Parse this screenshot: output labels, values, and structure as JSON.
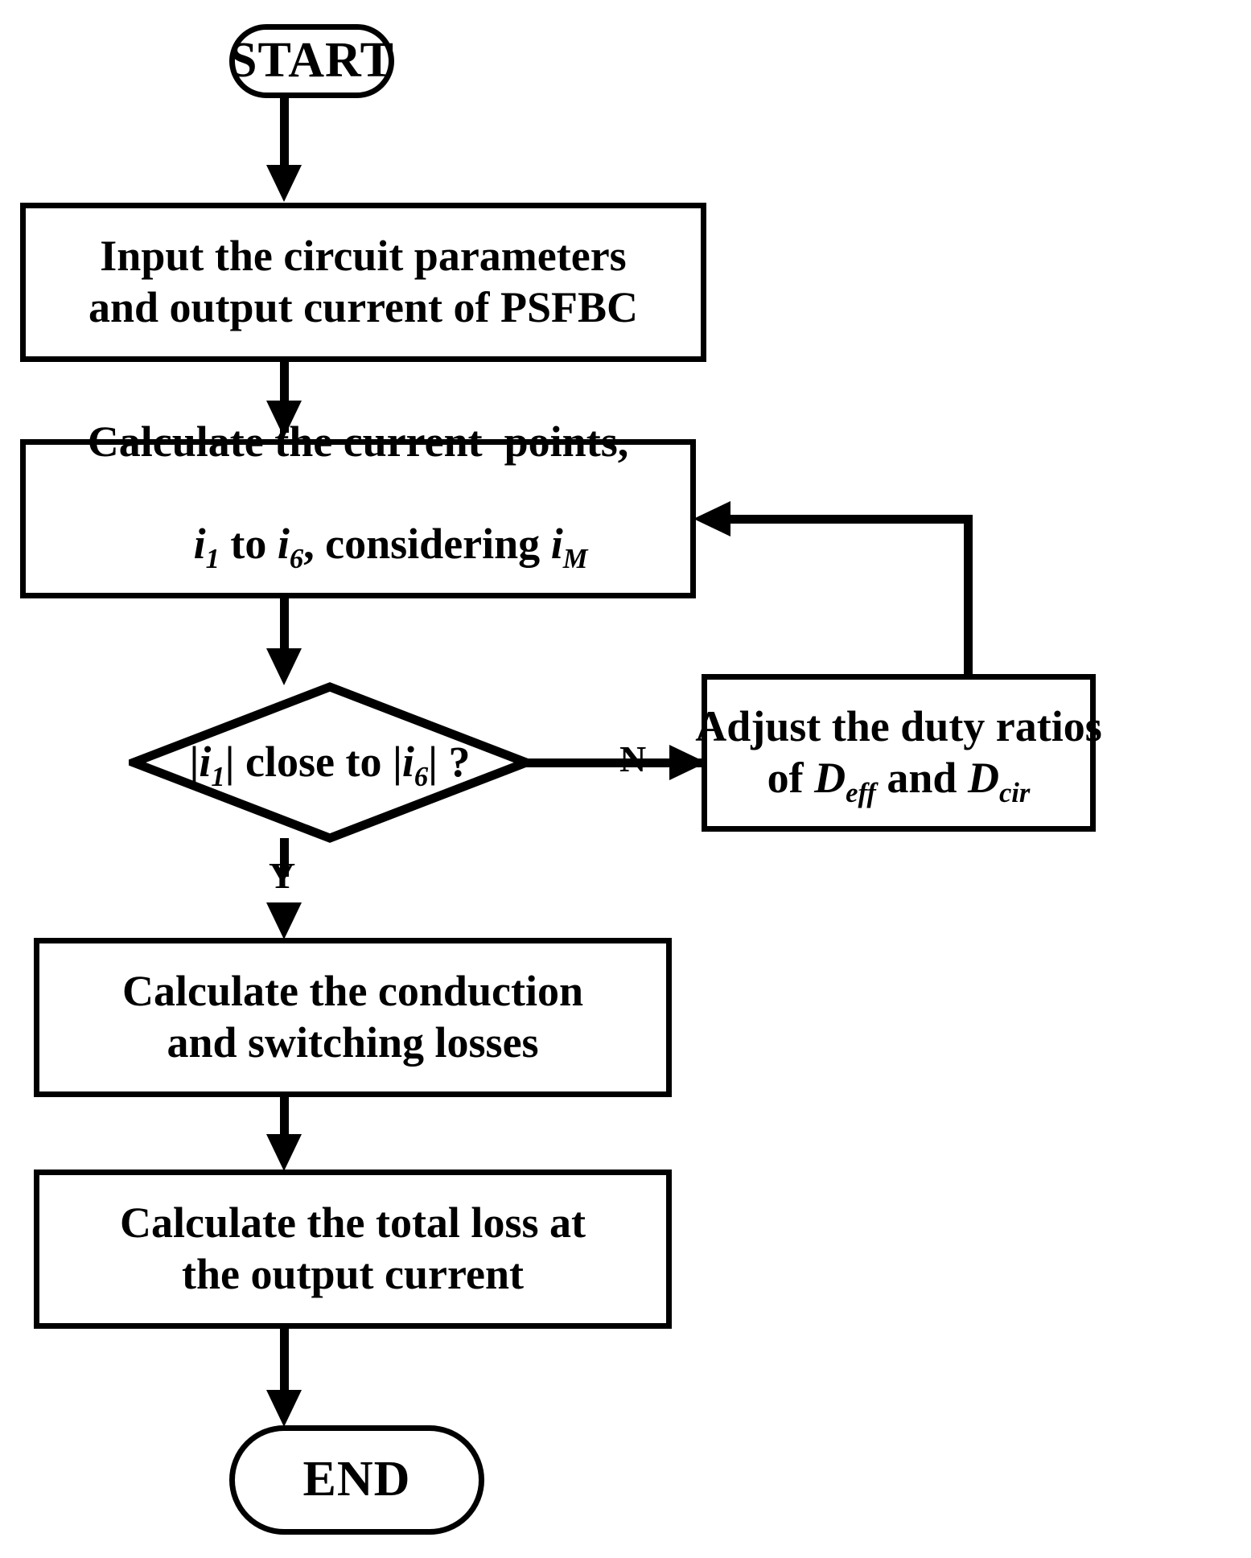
{
  "diagram": {
    "type": "flowchart",
    "title": "PSFBC loss calculation flowchart",
    "background_color": "#ffffff",
    "stroke_color": "#000000"
  },
  "nodes": {
    "start": {
      "id": "start",
      "shape": "terminator",
      "label": "START"
    },
    "input_params": {
      "id": "input_params",
      "shape": "process",
      "line1": "Input the circuit parameters",
      "line2": "and output current of PSFBC"
    },
    "calc_current": {
      "id": "calc_current",
      "shape": "process",
      "line1": "Calculate the current  points,",
      "line2_pre": "i",
      "line2_sub1": "1",
      "line2_mid": " to ",
      "line2_i2": "i",
      "line2_sub2": "6",
      "line2_post": ", considering ",
      "line2_i3": "i",
      "line2_sub3": "M"
    },
    "decision": {
      "id": "decision",
      "shape": "decision",
      "pre": "|",
      "i1": "i",
      "sub1": "1",
      "mid": "| close to |",
      "i2": "i",
      "sub2": "6",
      "post": "| ?"
    },
    "adjust": {
      "id": "adjust",
      "shape": "process",
      "line1": "Adjust the duty ratios",
      "line2_pre": "of ",
      "line2_d1": "D",
      "line2_sub1": "eff",
      "line2_mid": " and ",
      "line2_d2": "D",
      "line2_sub2": "cir"
    },
    "calc_losses": {
      "id": "calc_losses",
      "shape": "process",
      "line1": "Calculate the conduction",
      "line2": "and switching losses"
    },
    "calc_total": {
      "id": "calc_total",
      "shape": "process",
      "line1": "Calculate the total loss at",
      "line2": "the output current"
    },
    "end": {
      "id": "end",
      "shape": "terminator",
      "label": "END"
    }
  },
  "edge_labels": {
    "no": "N",
    "yes": "Y"
  }
}
